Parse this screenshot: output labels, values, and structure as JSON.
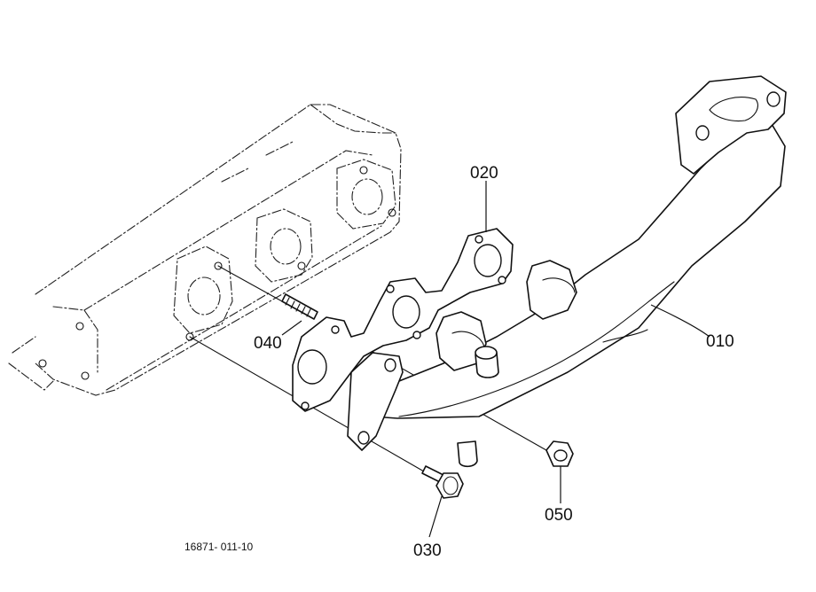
{
  "labels": {
    "exhaust_manifold": "010",
    "gasket": "020",
    "bolt": "030",
    "stud": "040",
    "nut": "050"
  },
  "drawing_code": "16871- 011-10"
}
